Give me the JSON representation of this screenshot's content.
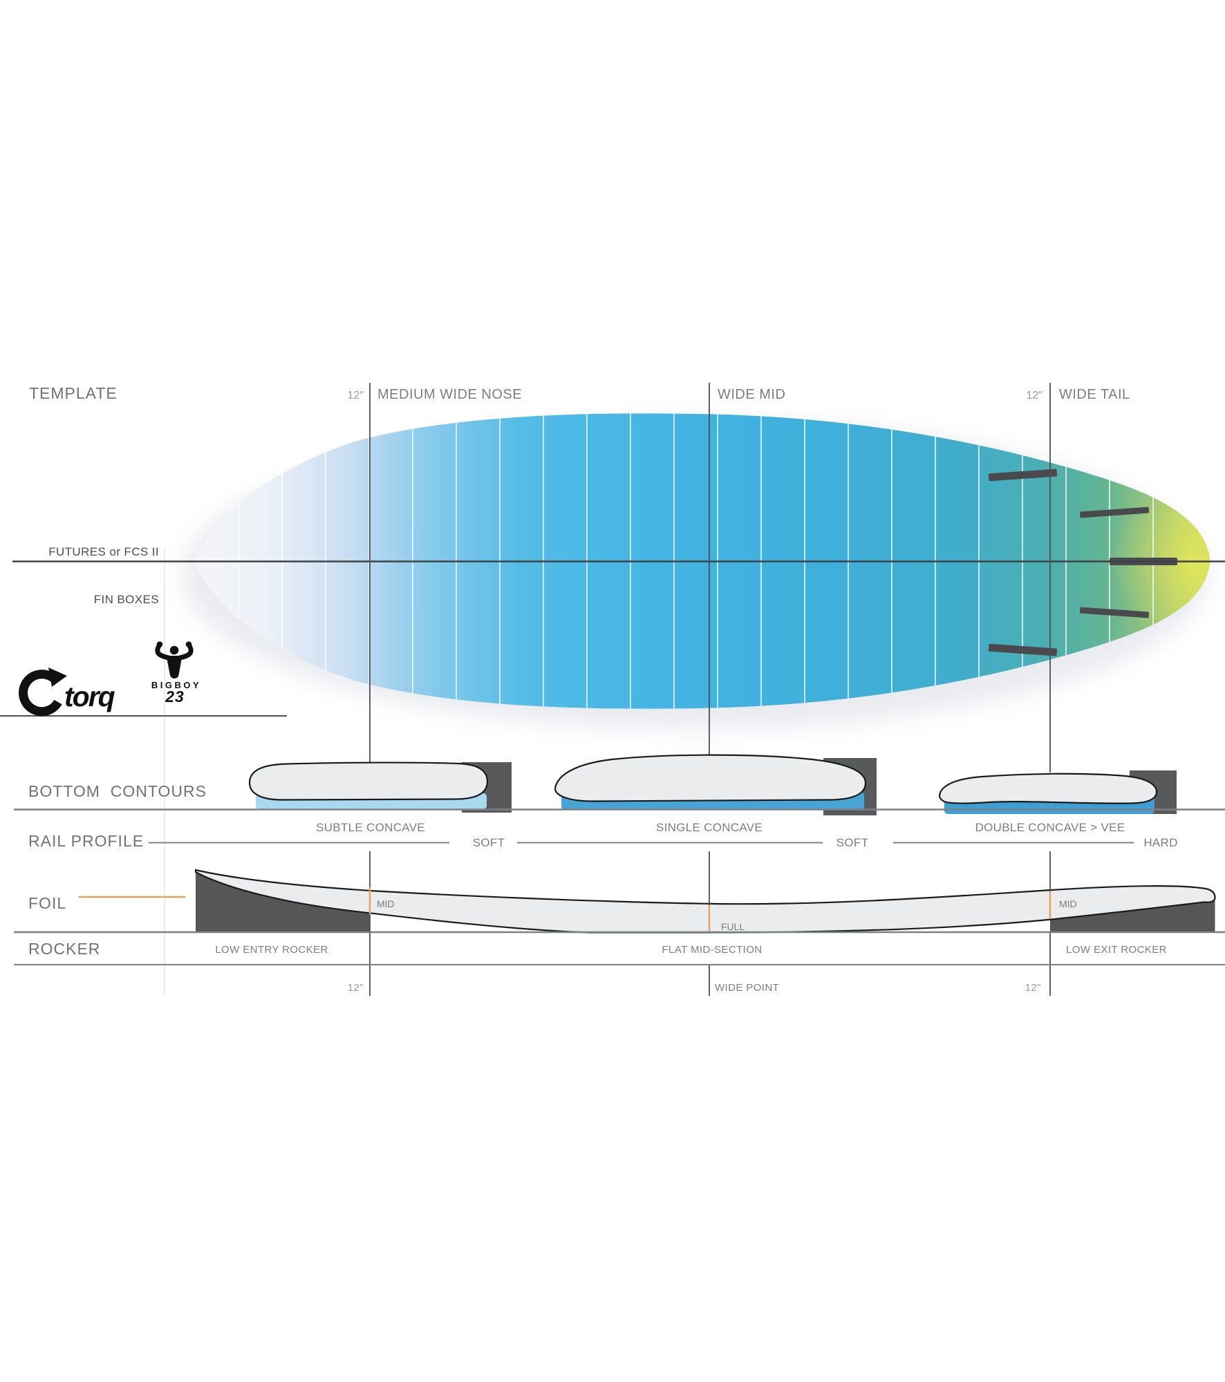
{
  "template": {
    "title": "TEMPLATE",
    "measure_nose": "12\"",
    "label_nose": "MEDIUM WIDE NOSE",
    "label_mid": "WIDE MID",
    "measure_tail": "12\"",
    "label_tail": "WIDE TAIL",
    "fin_note_line1": "FUTURES or FCS II",
    "fin_note_line2": "FIN BOXES"
  },
  "brand": {
    "name": "torq",
    "model": "BIGBOY",
    "model_number": "23"
  },
  "bottom_contours": {
    "title": "BOTTOM  CONTOURS",
    "labels": [
      "SUBTLE CONCAVE",
      "SINGLE CONCAVE",
      "DOUBLE CONCAVE > VEE"
    ]
  },
  "rail_profile": {
    "title": "RAIL PROFILE",
    "labels": [
      "SOFT",
      "SOFT",
      "HARD"
    ]
  },
  "foil": {
    "title": "FOIL",
    "labels": [
      "MID",
      "FULL",
      "MID"
    ]
  },
  "rocker": {
    "title": "ROCKER",
    "labels": [
      "LOW ENTRY ROCKER",
      "FLAT MID-SECTION",
      "LOW EXIT ROCKER"
    ],
    "measure_nose": "12\"",
    "label_wide_point": "WIDE POINT",
    "measure_tail": "12\""
  },
  "colors": {
    "accent_orange": "#E8A25E",
    "line_dark": "#4B4E52",
    "line_gray": "#7D8082",
    "line_faint": "#E4E5E7",
    "text_header": "#707275",
    "text_label": "#7B7D80",
    "text_light": "#9B9B9B",
    "text_note": "#4D4D4D",
    "block_gray": "#58595B",
    "wedge_gray": "#565656",
    "body_gray": "#EBECED",
    "outline_black": "#1A1A1A",
    "blue_light": "#A9D9F1",
    "blue_mid": "#47A4D5",
    "blue_deep": "#3F9ED1",
    "fin_box": "#4A4A4E",
    "logo_black": "#111111",
    "board_nose": "#F3F5F9",
    "board_pale": "#EDF1F8",
    "board_lightblue": "#C9DEF2",
    "board_sky": "#8FCCEC",
    "board_cyan": "#55BCE7",
    "board_blue": "#44B5E3",
    "board_deepblue": "#3FAFDC",
    "board_bluegreen": "#41ADCC",
    "board_teal": "#4AAEB4",
    "board_green": "#62B494",
    "board_yellowgreen": "#9AC47B",
    "board_yellow": "#D8E05E"
  }
}
